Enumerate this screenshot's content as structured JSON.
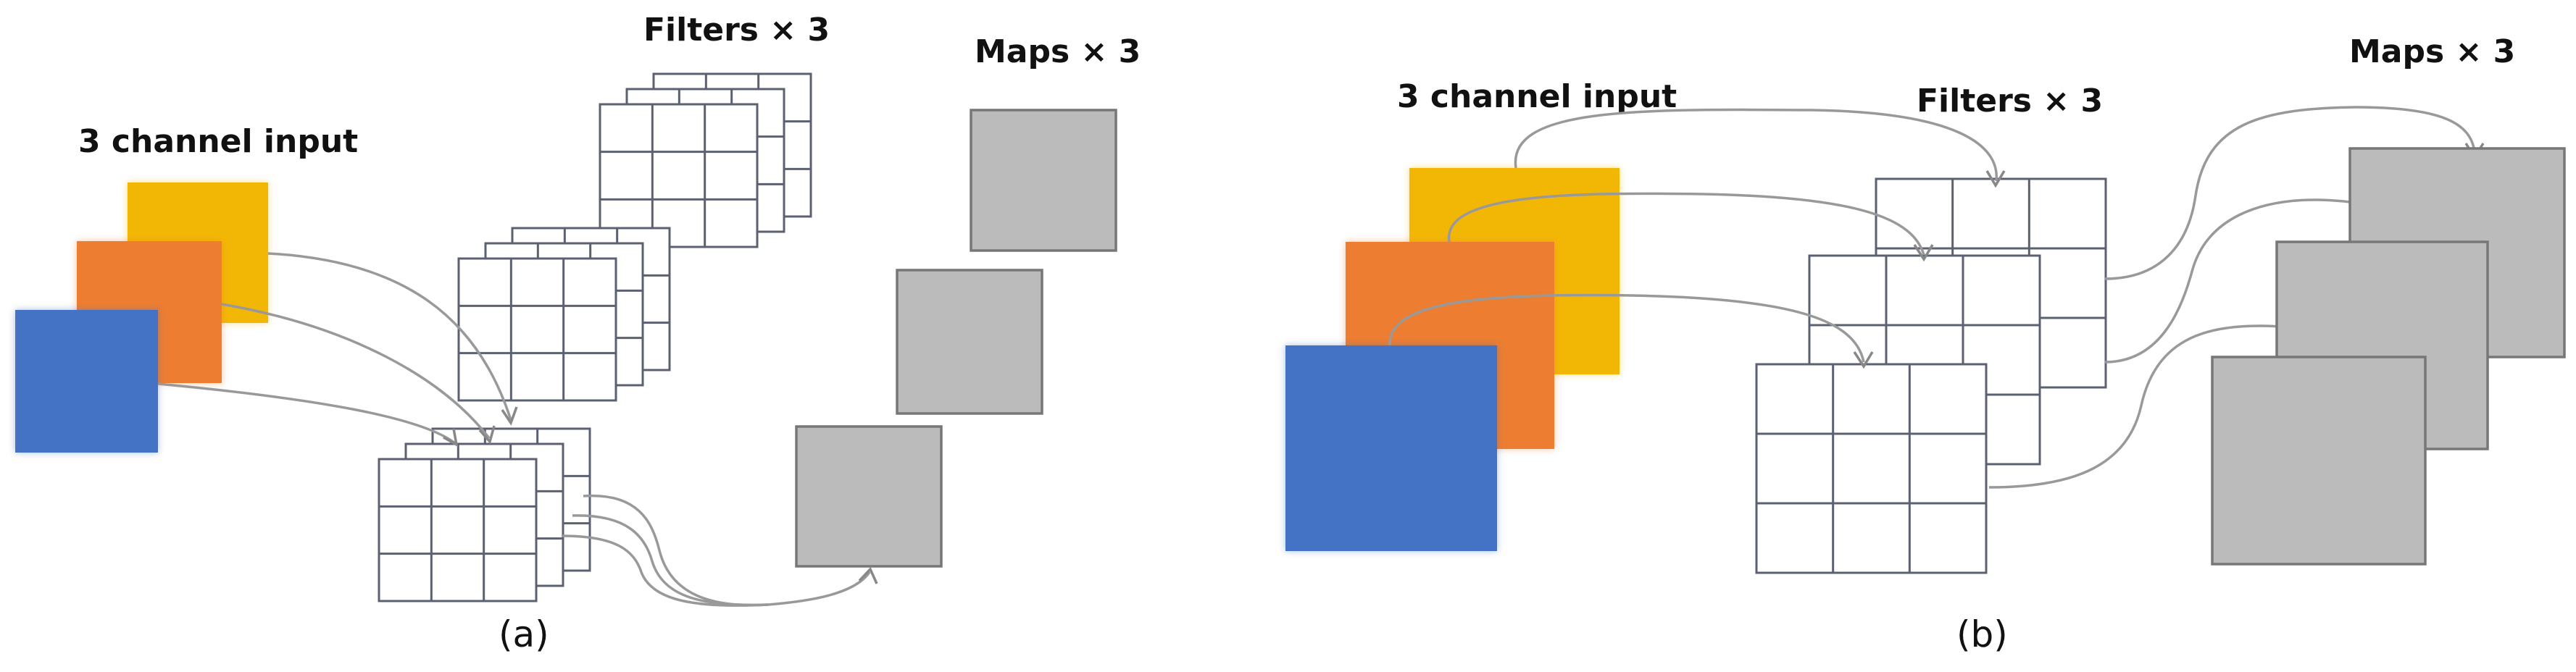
{
  "panel_a": {
    "input_label": "3 channel input",
    "filters_label": "Filters × 3",
    "maps_label": "Maps × 3",
    "caption": "(a)"
  },
  "panel_b": {
    "input_label": "3 channel input",
    "filters_label": "Filters × 3",
    "maps_label": "Maps × 3",
    "caption": "(b)"
  },
  "colors": {
    "channel_yellow": "#f2b705",
    "channel_orange": "#ed7d31",
    "channel_blue": "#4472c4",
    "feature_map": "#bbbbbb",
    "grid_line": "#5b6170",
    "arrow": "#999999"
  }
}
